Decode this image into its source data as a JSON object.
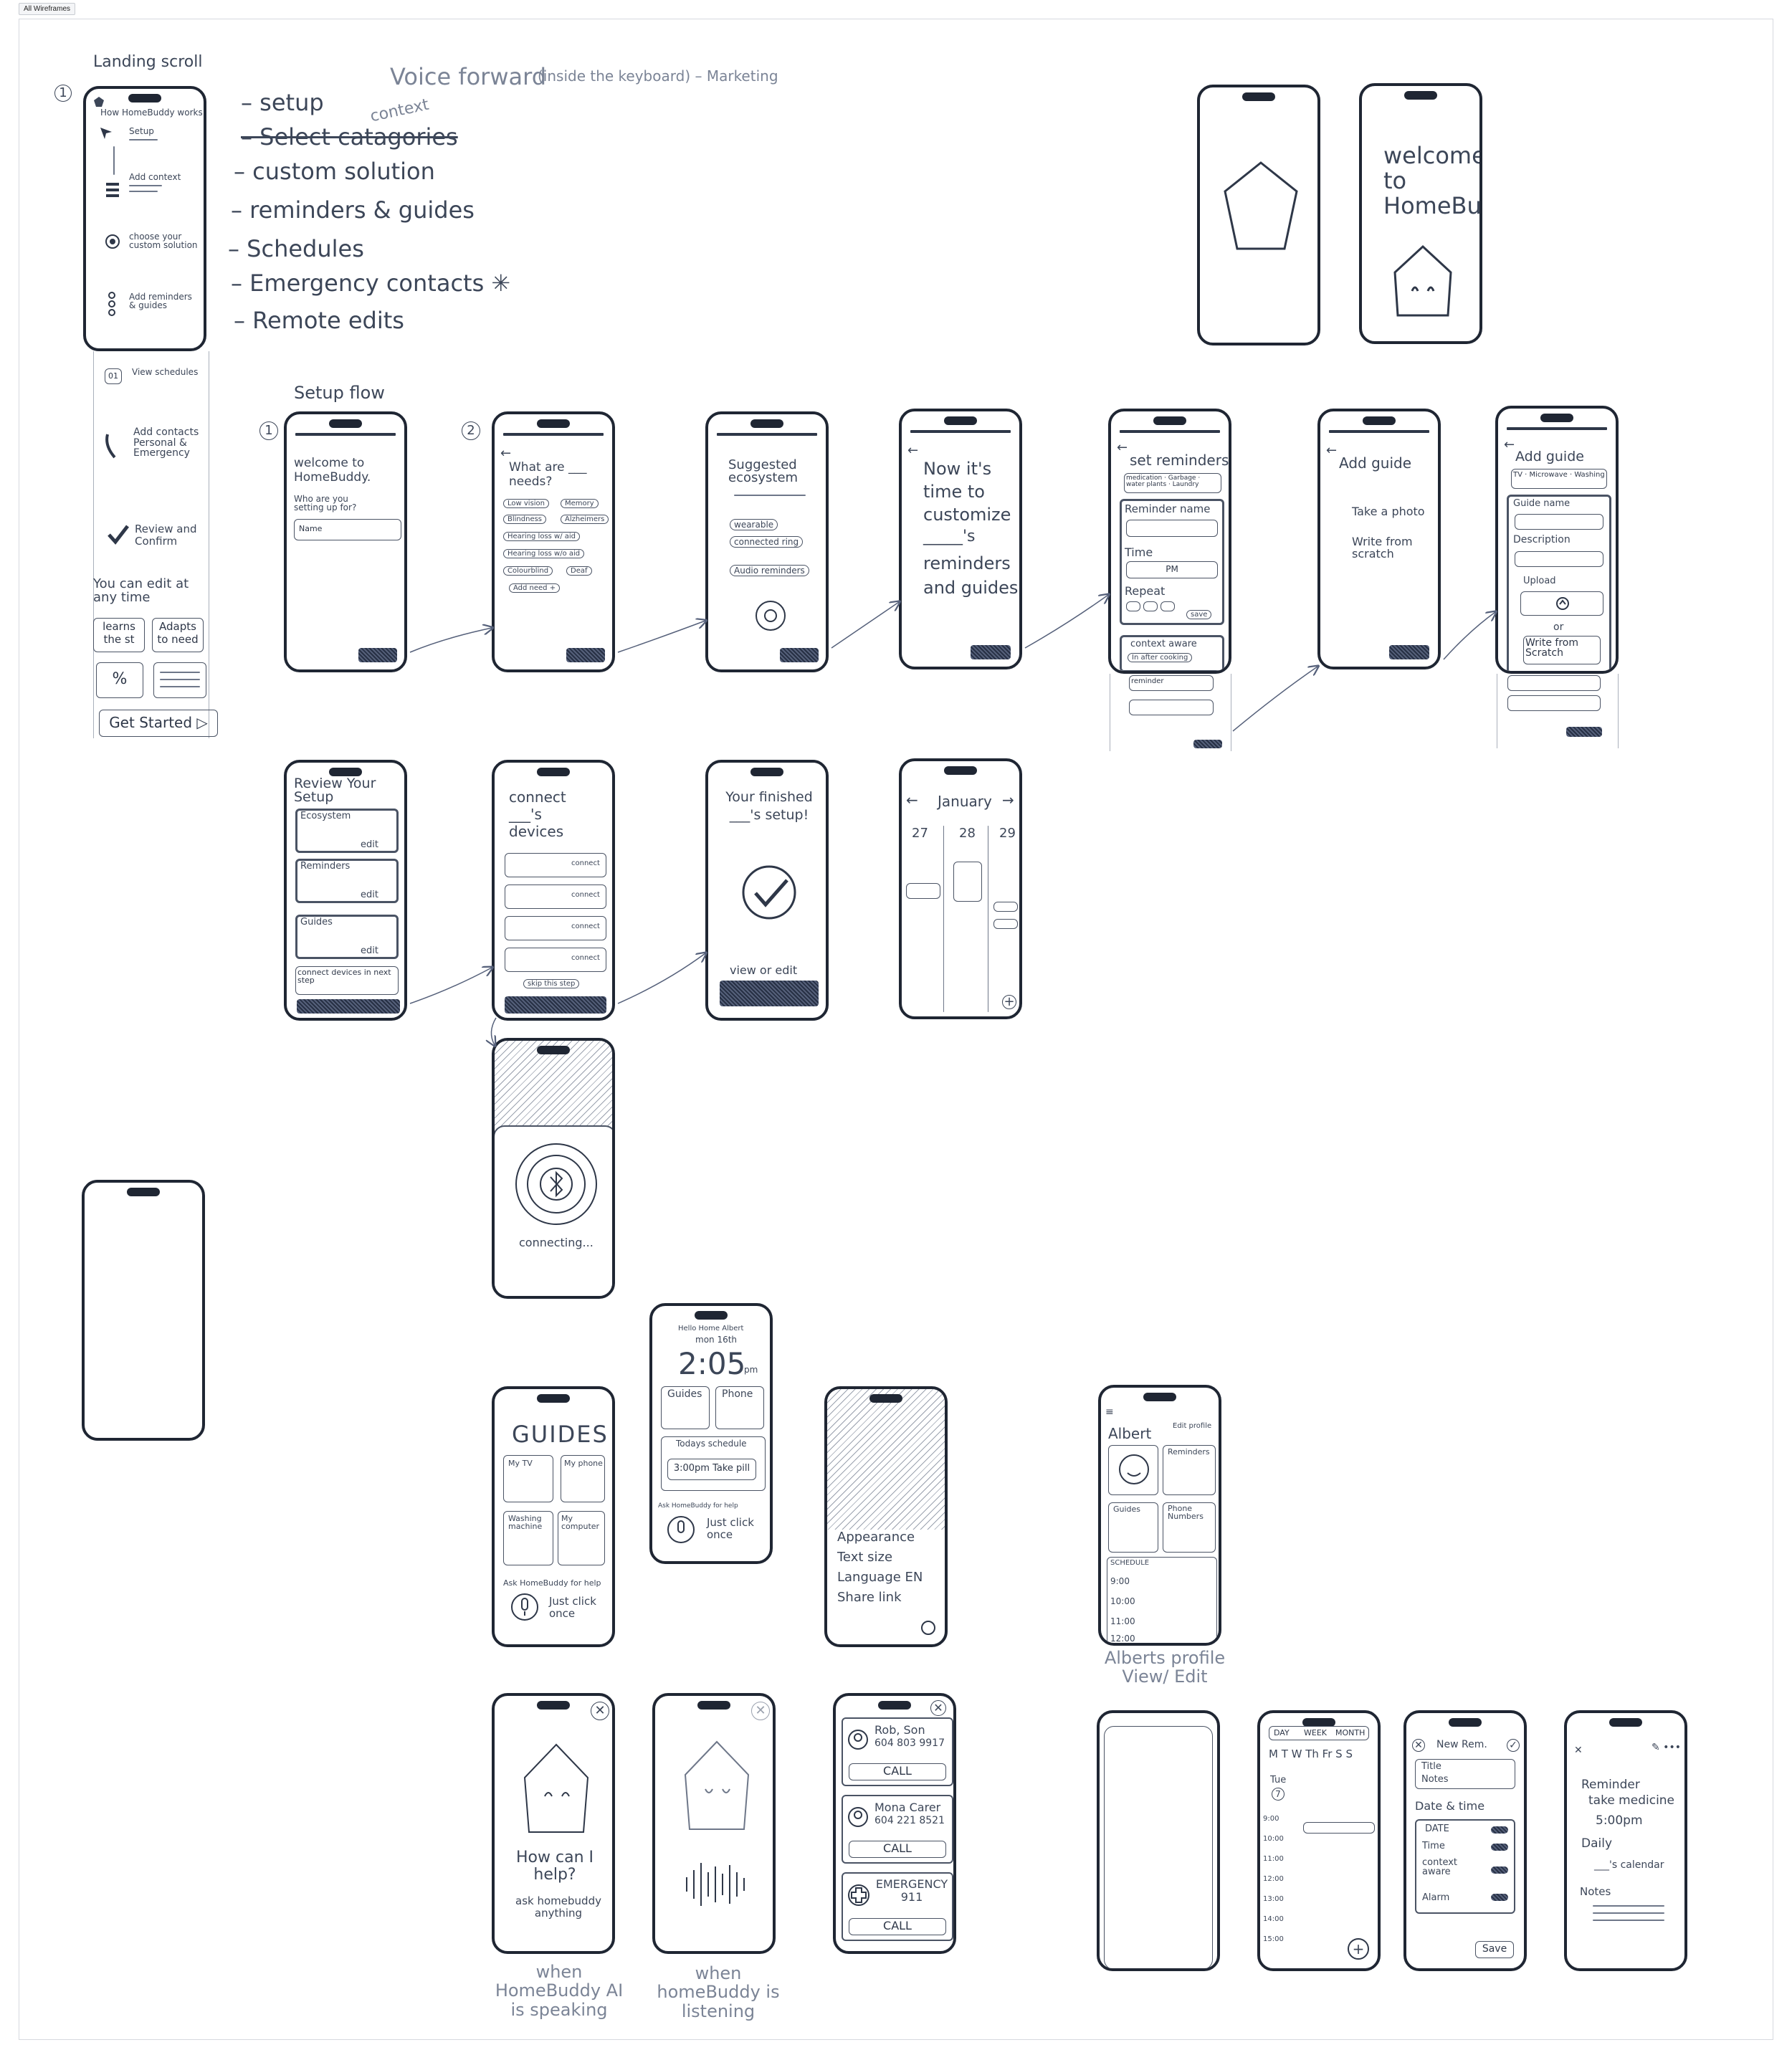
{
  "frame": {
    "label": "All Wireframes"
  },
  "landing": {
    "title": "Landing scroll",
    "step_marker": "1",
    "header": "How HomeBuddy works",
    "steps": [
      "Setup",
      "Add context",
      "choose your custom solution",
      "Add reminders & guides",
      "View schedules",
      "Add contacts Personal & Emergency",
      "Review and Confirm"
    ],
    "edit_note": "You can edit at any time",
    "feature_a": "learns the st",
    "feature_b": "Adapts to need",
    "cta": "Get Started ▷"
  },
  "notes": {
    "voice": "Voice forward",
    "voice_note": "(inside the keyboard) – Marketing",
    "context": "context",
    "items": [
      "– setup",
      "– Select catagories",
      "– custom solution",
      "– reminders & guides",
      "– Schedules",
      "– Emergency contacts ✳",
      "– Remote edits"
    ]
  },
  "splash": {
    "welcome": "welcome to HomeBuddy"
  },
  "setup_flow": {
    "title": "Setup flow",
    "marker1": "1",
    "marker2": "2",
    "s1_title": "welcome to HomeBuddy.",
    "s1_q": "Who are you setting up for?",
    "s1_input": "Name",
    "s2_title": "What are ___ needs?",
    "s2_chips": [
      "Low vision",
      "Memory",
      "Blindness",
      "Alzheimers",
      "Hearing loss w/ aid",
      "Hearing loss w/o aid",
      "Colourblind",
      "Deaf",
      "Add need +"
    ],
    "s3_title": "Suggested ecosystem",
    "s3_items": [
      "wearable",
      "connected ring",
      "Audio reminders"
    ],
    "s4_text": [
      "Now it's",
      "time to",
      "customize",
      "_____'s",
      "reminders",
      "and guides."
    ],
    "s5_title": "set reminders",
    "s5_tags": "medication · Garbage · water plants · Laundry",
    "s5_name": "Reminder name",
    "s5_time": "Time",
    "s5_pm": "PM",
    "s5_repeat": "Repeat",
    "s5_save": "save",
    "s5_context": "context aware",
    "s5_context2": "In after cooking",
    "s5_reminder": "reminder",
    "s6_title": "Add guide",
    "s6_options": [
      "Take a photo",
      "Write from scratch"
    ],
    "s7_title": "Add guide",
    "s7_tags": "TV · Microwave · Washing",
    "s7_name": "Guide name",
    "s7_desc": "Description",
    "s7_upload": "Upload",
    "s7_or": "or",
    "s7_write": "Write from Scratch"
  },
  "review": {
    "title": "Review Your Setup",
    "sections": [
      "Ecosystem",
      "Reminders",
      "Guides"
    ],
    "edit": "edit",
    "connect": "connect devices in next step"
  },
  "connect": {
    "title": "connect ___'s devices",
    "rows": [
      "connect",
      "connect",
      "connect",
      "connect"
    ],
    "skip": "skip this step",
    "connecting": "connecting..."
  },
  "finished": {
    "title": "Your finished ___'s setup!",
    "cta": "view or edit"
  },
  "calendar": {
    "month": "January",
    "days": [
      "27",
      "28",
      "29"
    ]
  },
  "guides": {
    "title": "GUIDES",
    "items": [
      "My TV",
      "My phone",
      "Washing machine",
      "My computer"
    ],
    "ask": "Ask HomeBuddy for help",
    "hint": "Just click once"
  },
  "home": {
    "greeting": "Hello Home Albert",
    "date": "mon 16th",
    "time": "2:05",
    "ampm": "pm",
    "guides": "Guides",
    "phone": "Phone",
    "schedule": "Todays schedule",
    "item": "3:00pm Take pill",
    "ask": "Ask HomeBuddy for help",
    "hint": "Just click once"
  },
  "settings": {
    "rows": [
      "Appearance",
      "Text size",
      "Language EN",
      "Share link"
    ]
  },
  "profile": {
    "name": "Albert",
    "edit": "Edit profile",
    "reminders": "Reminders",
    "guides": "Guides",
    "phone": "Phone Numbers",
    "schedule": "SCHEDULE",
    "times": [
      "9:00",
      "10:00",
      "11:00",
      "12:00"
    ],
    "caption": "Alberts profile View/ Edit"
  },
  "ai": {
    "speak_q": "How can I help?",
    "speak_sub": "ask homebuddy anything",
    "speak_caption": "when HomeBuddy AI is speaking",
    "listen_caption": "when homeBuddy is listening"
  },
  "contacts": {
    "c1_name": "Rob, Son",
    "c1_num": "604 803 9917",
    "c2_name": "Mona Carer",
    "c2_num": "604 221 8521",
    "emergency": "EMERGENCY 911",
    "call": "CALL"
  },
  "schedule_view": {
    "tabs": [
      "DAY",
      "WEEK",
      "MONTH"
    ],
    "weekdays": "M T W Th Fr S S",
    "day": "Tue",
    "date": "7",
    "times": [
      "9:00",
      "10:00",
      "11:00",
      "12:00",
      "13:00",
      "14:00",
      "15:00"
    ]
  },
  "new_reminder": {
    "title": "New Rem.",
    "field1": "Title",
    "field2": "Notes",
    "section": "Date & time",
    "toggles": [
      "DATE",
      "Time",
      "context aware",
      "Alarm"
    ],
    "save": "Save"
  },
  "reminder_detail": {
    "label": "Reminder",
    "text": "take medicine",
    "time": "5:00pm",
    "repeat": "Daily",
    "calendar": "___'s calendar",
    "notes": "Notes"
  }
}
